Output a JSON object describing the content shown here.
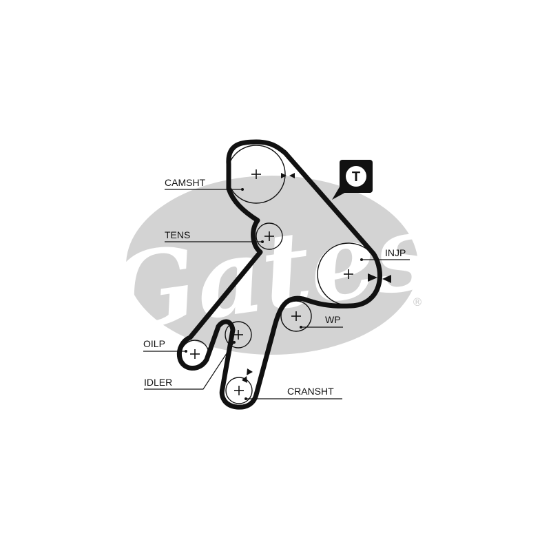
{
  "diagram": {
    "logo_text": "Gates",
    "registered_mark": "®",
    "tension_marker": "T",
    "labels": {
      "camshaft": "CAMSHT",
      "tensioner": "TENS",
      "injection_pump": "INJP",
      "water_pump": "WP",
      "oil_pump": "OILP",
      "idler": "IDLER",
      "crankshaft": "CRANSHT"
    }
  },
  "colors": {
    "belt": "#111111",
    "watermark": "#d3d3d3",
    "watermark_text": "#ffffff",
    "marker_bg": "#111111"
  }
}
